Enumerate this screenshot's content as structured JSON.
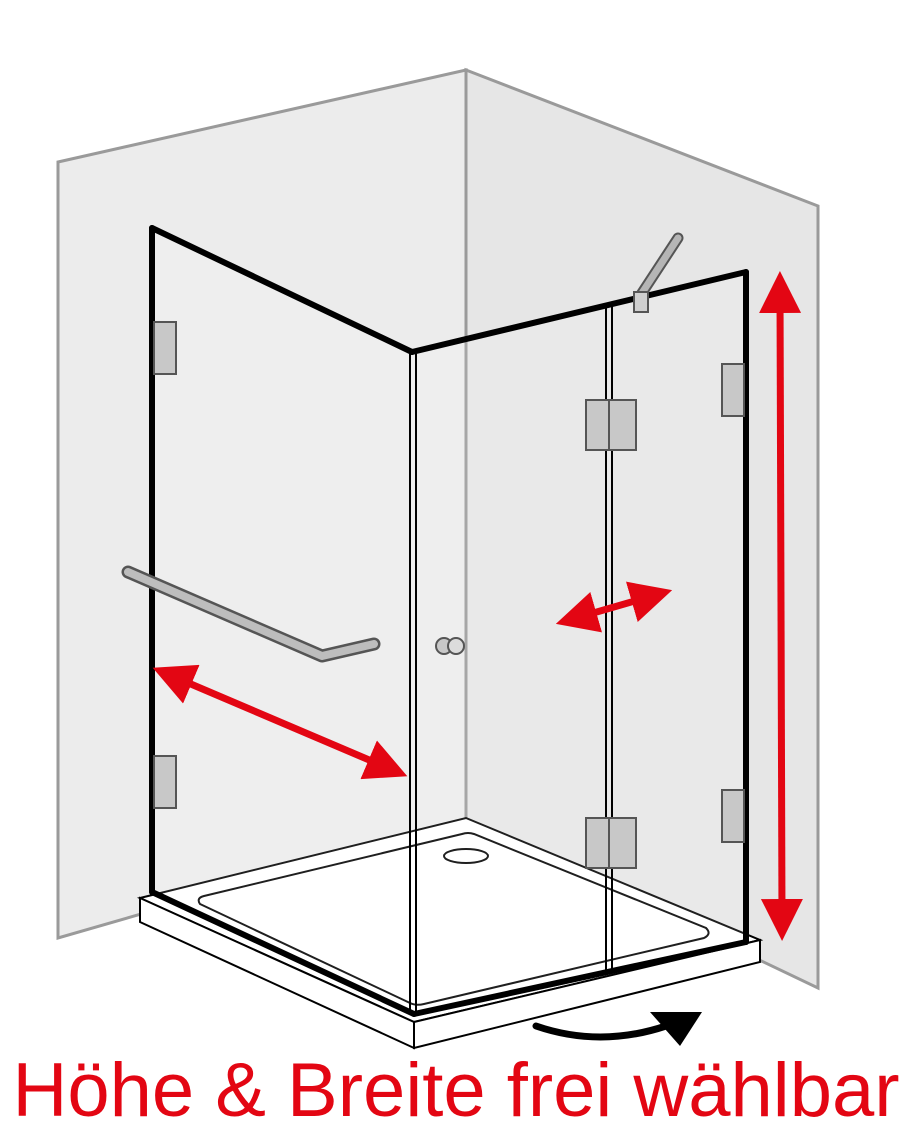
{
  "caption": {
    "text": "Höhe & Breite frei wählbar"
  },
  "colors": {
    "caption": "#e30613",
    "arrow": "#e30613",
    "wall_fill": "#ececec",
    "wall_edge": "#9a9a9a",
    "frame": "#000000",
    "fitting_fill": "#c8c8c8",
    "fitting_edge": "#555555",
    "bar_fill": "#a8a8a8",
    "rotate_arrow": "#000000"
  },
  "icons": {
    "height_arrow": "double-arrow-vertical",
    "width_arrow_left": "double-arrow-diagonal",
    "width_arrow_right": "double-arrow-diagonal",
    "door_rotation": "curved-arrow"
  }
}
